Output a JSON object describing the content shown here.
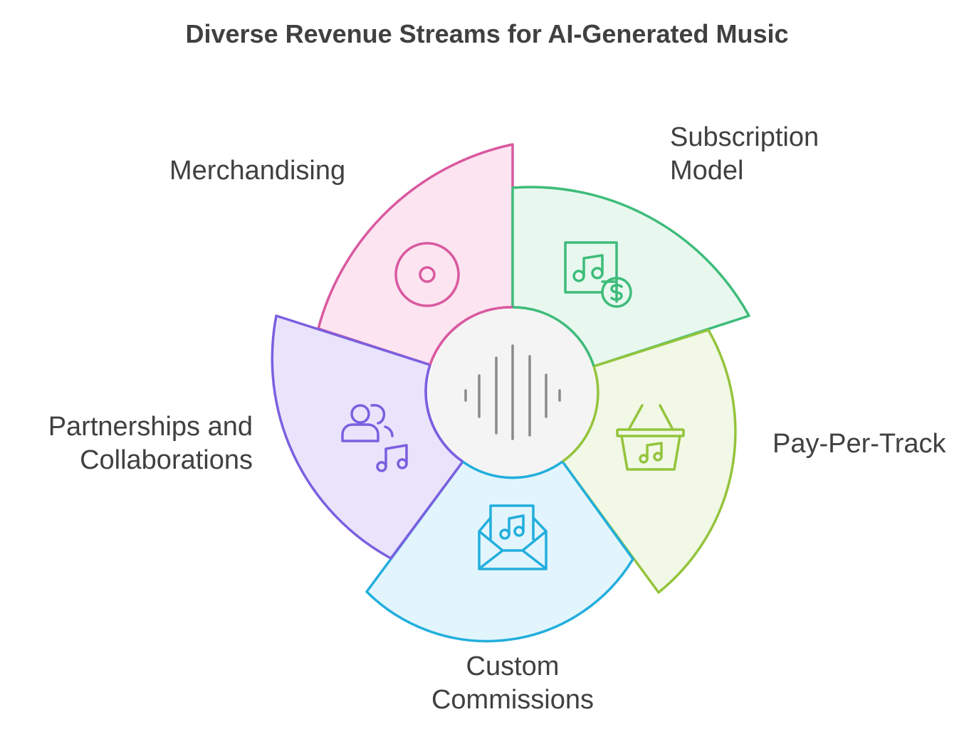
{
  "title": "Diverse Revenue Streams for AI-Generated Music",
  "center": {
    "icon": "sound-wave-icon"
  },
  "segments": [
    {
      "id": "merchandising",
      "lines": [
        "Merchandising"
      ],
      "icon": "vinyl-disc-icon",
      "stroke": "#d9599f",
      "fill": "#fce4f1"
    },
    {
      "id": "subscription-model",
      "lines": [
        "Subscription",
        "Model"
      ],
      "icon": "music-file-dollar-icon",
      "stroke": "#3ebc7a",
      "fill": "#e8f8ef"
    },
    {
      "id": "pay-per-track",
      "lines": [
        "Pay-Per-Track"
      ],
      "icon": "music-basket-icon",
      "stroke": "#94c43c",
      "fill": "#f1f8e6"
    },
    {
      "id": "custom-commissions",
      "lines": [
        "Custom",
        "Commissions"
      ],
      "icon": "music-envelope-icon",
      "stroke": "#22aedd",
      "fill": "#e2f5fc"
    },
    {
      "id": "partnerships-and-collaborations",
      "lines": [
        "Partnerships and",
        "Collaborations"
      ],
      "icon": "users-music-icon",
      "stroke": "#7b5fe0",
      "fill": "#e9e4fb"
    }
  ],
  "colors": {
    "center_fill": "#f4f4f4",
    "text": "#404040"
  }
}
